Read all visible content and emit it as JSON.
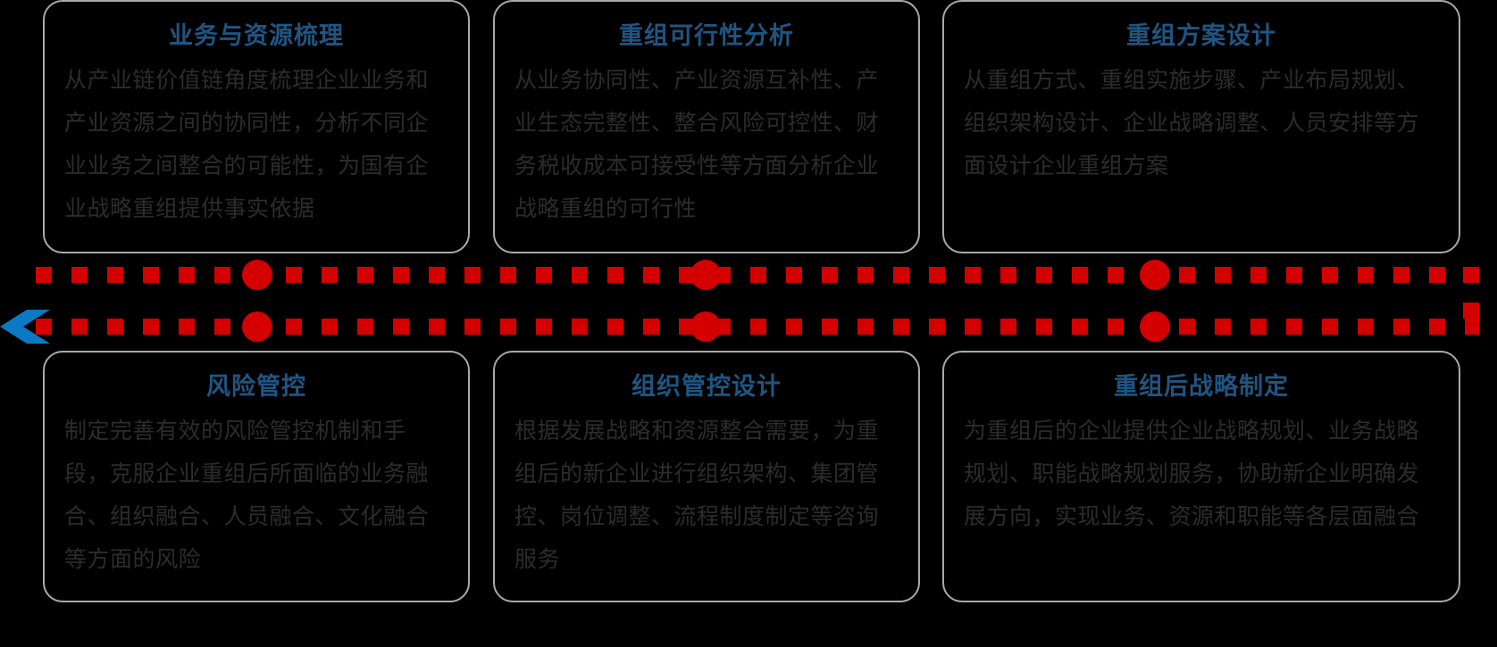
{
  "diagram": {
    "title_color": "#1f5582",
    "body_color": "#2c2c2c",
    "card_border_color": "#a9a9a9",
    "background_color": "#000000",
    "connector_color": "#d40000",
    "arrow_color": "#0b79c4",
    "flow_direction": "right-to-left"
  },
  "cards": {
    "top": [
      {
        "title": "业务与资源梳理",
        "body": "从产业链价值链角度梳理企业业务和产业资源之间的协同性，分析不同企业业务之间整合的可能性，为国有企业战略重组提供事实依据"
      },
      {
        "title": "重组可行性分析",
        "body": "从业务协同性、产业资源互补性、产业生态完整性、整合风险可控性、财务税收成本可接受性等方面分析企业战略重组的可行性"
      },
      {
        "title": "重组方案设计",
        "body": "从重组方式、重组实施步骤、产业布局规划、组织架构设计、企业战略调整、人员安排等方面设计企业重组方案"
      }
    ],
    "bottom": [
      {
        "title": "风险管控",
        "body": "制定完善有效的风险管控机制和手段，克服企业重组后所面临的业务融合、组织融合、人员融合、文化融合等方面的风险"
      },
      {
        "title": "组织管控设计",
        "body": "根据发展战略和资源整合需要，为重组后的新企业进行组织架构、集团管控、岗位调整、流程制度制定等咨询服务"
      },
      {
        "title": "重组后战略制定",
        "body": "为重组后的企业提供企业战略规划、业务战略规划、职能战略规划服务，协助新企业明确发展方向，实现业务、资源和职能等各层面融合"
      }
    ]
  },
  "connector": {
    "nodes_top_x": [
      288,
      790,
      1293
    ],
    "nodes_bottom_x": [
      288,
      790,
      1293
    ],
    "arrow_label": "flow-arrow-left"
  }
}
